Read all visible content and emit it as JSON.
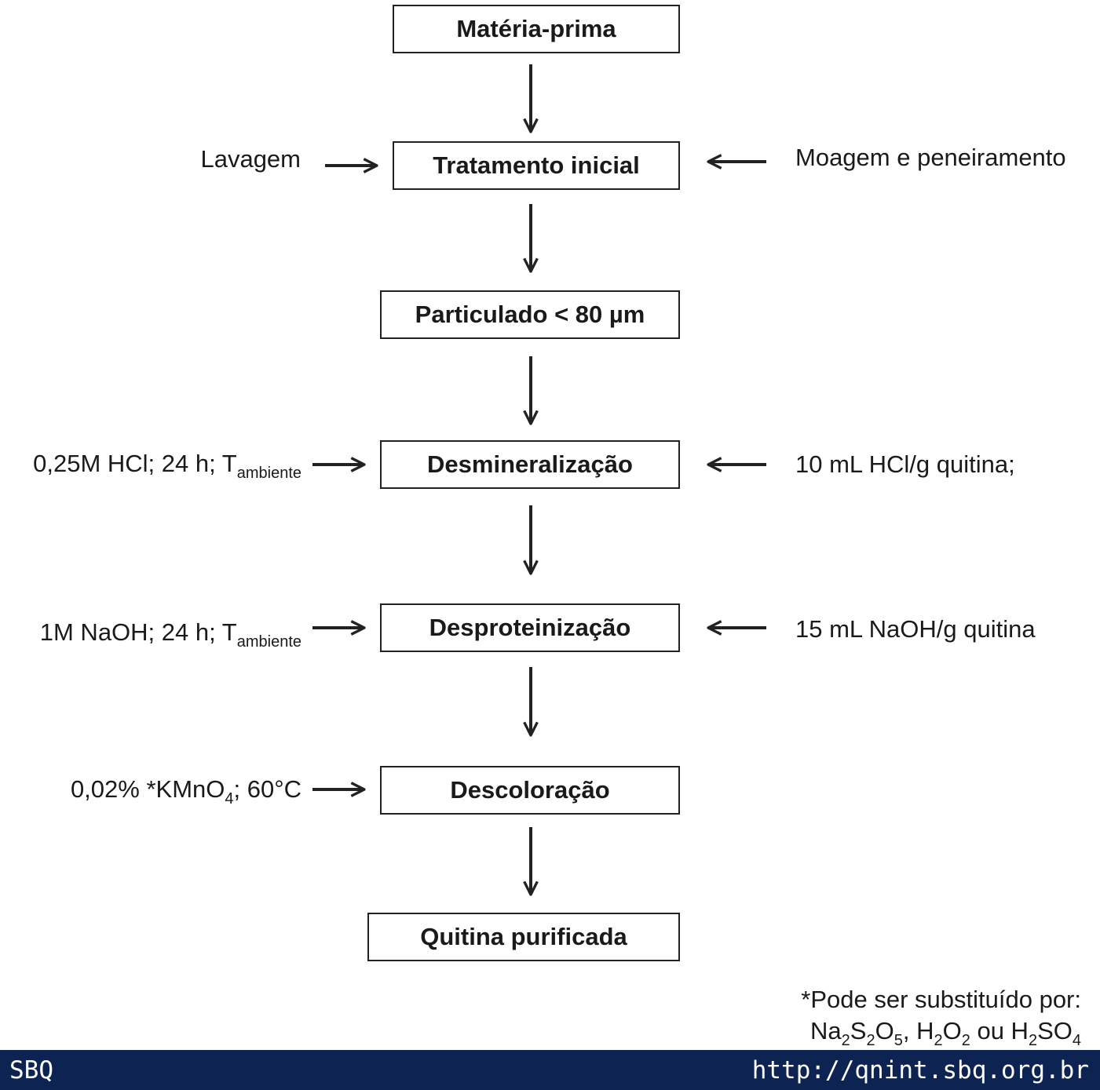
{
  "steps": {
    "materia_prima": "Matéria-prima",
    "tratamento_inicial": "Tratamento inicial",
    "particulado": "Particulado < 80 µm",
    "desmineralizacao": "Desmineralização",
    "desproteinizacao": "Desproteinização",
    "descoloracao": "Descoloração",
    "quitina_purificada": "Quitina purificada"
  },
  "inputs": {
    "lavagem": "Lavagem",
    "moagem": "Moagem e peneiramento",
    "desmin_left_main": "0,25M HCl; 24 h; T",
    "desmin_left_sub": "ambiente",
    "desmin_right": "10 mL HCl/g quitina;",
    "desprot_left_main": "1M NaOH; 24 h; T",
    "desprot_left_sub": "ambiente",
    "desprot_right": "15 mL NaOH/g quitina",
    "descol_left_a": "0,02% *KMnO",
    "descol_left_sub": "4",
    "descol_left_b": "; 60°C"
  },
  "note": {
    "line1": "*Pode ser substituído por:",
    "na": "Na",
    "na_sub1": "2",
    "s": "S",
    "s_sub": "2",
    "o": "O",
    "o_sub": "5",
    "sep1": ", H",
    "h_sub": "2",
    "o2": "O",
    "o2_sub": "2",
    "sep2": " ou H",
    "h2_sub": "2",
    "so": "SO",
    "so_sub": "4"
  },
  "footer": {
    "brand": "SBQ",
    "url": "http://qnint.sbq.org.br"
  }
}
